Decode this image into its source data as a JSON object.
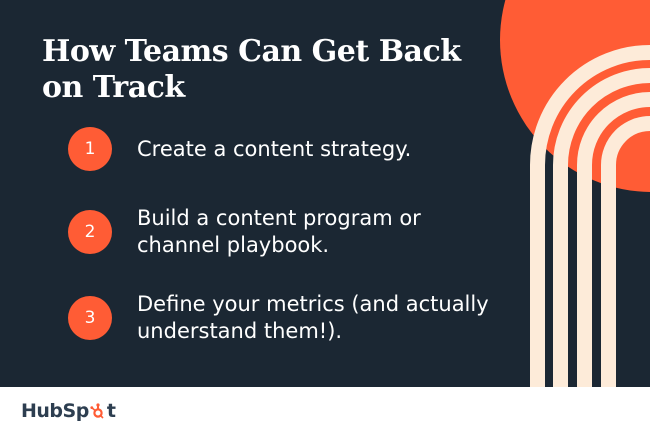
{
  "header": {
    "title": "How Teams Can Get Back on Track"
  },
  "steps": [
    {
      "number": "1",
      "text": "Create a content strategy."
    },
    {
      "number": "2",
      "text": "Build a content program or channel playbook."
    },
    {
      "number": "3",
      "text": "Define your metrics (and actually understand them!)."
    }
  ],
  "footer": {
    "logo_text_before": "HubSp",
    "logo_text_after": "t",
    "logo_icon": "sprocket-icon"
  },
  "colors": {
    "background": "#1b2733",
    "accent": "#ff5c35",
    "cream": "#fdebd9",
    "text": "#ffffff",
    "logo_text": "#2d3e50"
  }
}
